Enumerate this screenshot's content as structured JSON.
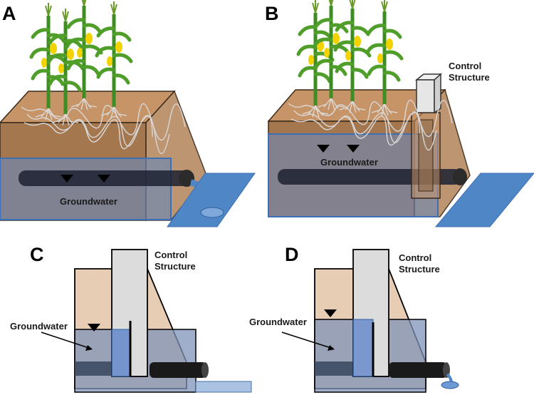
{
  "panels": {
    "a": {
      "label": "A",
      "groundwater": "Groundwater"
    },
    "b": {
      "label": "B",
      "groundwater": "Groundwater",
      "control_line1": "Control",
      "control_line2": "Structure"
    },
    "c": {
      "label": "C",
      "groundwater": "Groundwater",
      "control_line1": "Control",
      "control_line2": "Structure"
    },
    "d": {
      "label": "D",
      "groundwater": "Groundwater",
      "control_line1": "Control",
      "control_line2": "Structure"
    }
  },
  "colors": {
    "soil": "#b5835a",
    "soil_light": "#e8cdb5",
    "water": "#5b82b5",
    "pipe": "#1c2130",
    "control": "#dcdcdc",
    "outlet_water": "#4f86c6",
    "plant": "#3e8d23",
    "cob": "#f2d300"
  }
}
